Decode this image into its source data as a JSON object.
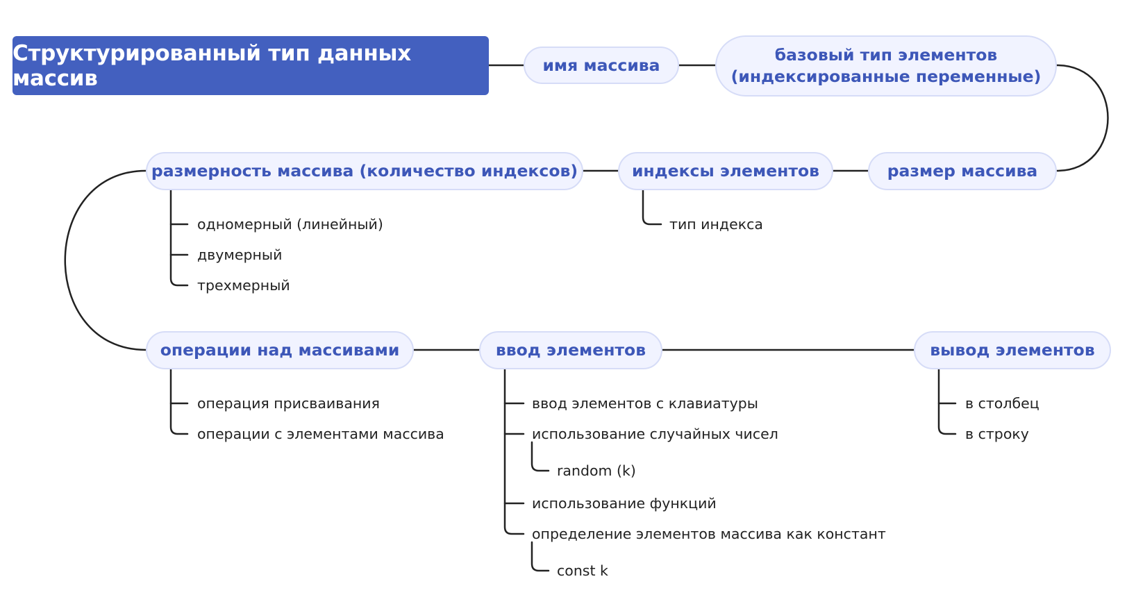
{
  "root": {
    "title": "Структурированный тип данных массив"
  },
  "topics": {
    "array_name": "имя массива",
    "base_type": {
      "line1": "базовый тип элементов",
      "line2": "(индексированные переменные)"
    },
    "array_size": "размер массива",
    "element_indices": "индексы элементов",
    "array_dimension": "размерность массива (количество индексов)",
    "array_operations": "операции над массивами",
    "element_input": "ввод элементов",
    "element_output": "вывод элементов"
  },
  "subtopics": {
    "element_indices": [
      "тип индекса"
    ],
    "array_dimension": [
      "одномерный (линейный)",
      "двумерный",
      "трехмерный"
    ],
    "array_operations": [
      "операция присваивания",
      "операции с элементами массива"
    ],
    "element_input": [
      "ввод элементов с клавиатуры",
      "использование случайных чисел",
      "использование функций",
      "определение элементов массива как констант"
    ],
    "random_numbers_child": "random (k)",
    "constants_child": "const k",
    "element_output": [
      "в столбец",
      "в строку"
    ]
  },
  "colors": {
    "root_fill": "#4360bf",
    "topic_fill": "#f1f3ff",
    "topic_border": "#d6dcf7",
    "topic_text": "#3d57b8",
    "connector": "#222222"
  }
}
